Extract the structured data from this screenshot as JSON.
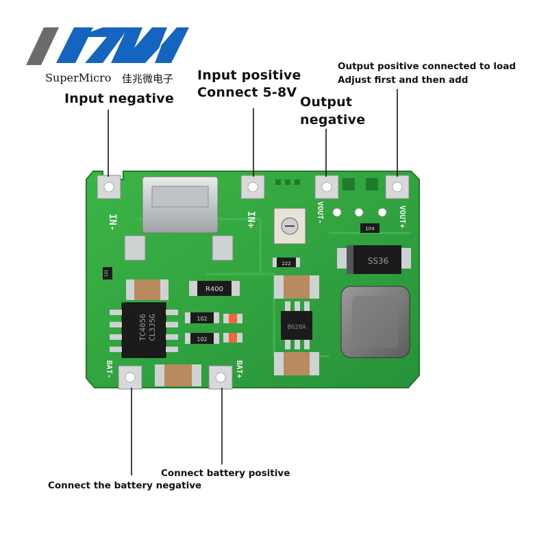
{
  "brand": {
    "logo_text": "ZW",
    "name": "SuperMicro",
    "name_cn": "佳兆微电子",
    "colors": {
      "logo_blue": "#1565c0",
      "logo_grey": "#6b6b6b"
    }
  },
  "labels": {
    "input_negative": "Input negative",
    "input_positive_line1": "Input positive",
    "input_positive_line2": "Connect 5-8V",
    "output_negative_line1": "Output",
    "output_negative_line2": "negative",
    "output_positive_line1": "Output positive connected to load",
    "output_positive_line2": "Adjust first and then add",
    "battery_positive": "Connect battery positive",
    "battery_negative": "Connect the battery negative"
  },
  "board": {
    "silkscreen": {
      "in_minus": "IN-",
      "in_plus": "IN+",
      "vout_minus": "VOUT-",
      "vout_plus": "VOUT+",
      "bat_minus": "BAT-",
      "bat_plus": "BAT+"
    },
    "chips": {
      "charger_ic_line1": "TC4056",
      "charger_ic_line2": "CL3J5G",
      "boost_ic": "B628A",
      "diode": "SS36"
    },
    "resistors": {
      "r400": "R400",
      "r102a": "102",
      "r102b": "102",
      "r222": "222",
      "r121": "121",
      "r104": "104"
    },
    "colors": {
      "pcb": "#2fa33a",
      "pcb_dark": "#1f7a2a",
      "silver": "#cfd2d3",
      "component_black": "#1b1b1b",
      "capacitor": "#b98a5e"
    }
  }
}
